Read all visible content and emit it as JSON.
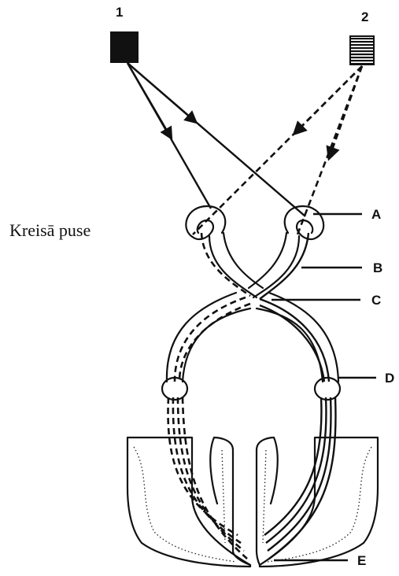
{
  "stimuli": [
    {
      "id": "1",
      "label": "1",
      "fill": "solid-black"
    },
    {
      "id": "2",
      "label": "2",
      "fill": "striped"
    }
  ],
  "side_label": "Kreisā puse",
  "structure_labels": [
    "A",
    "B",
    "C",
    "D",
    "E"
  ],
  "colors": {
    "ink": "#111111",
    "background": "#ffffff"
  }
}
